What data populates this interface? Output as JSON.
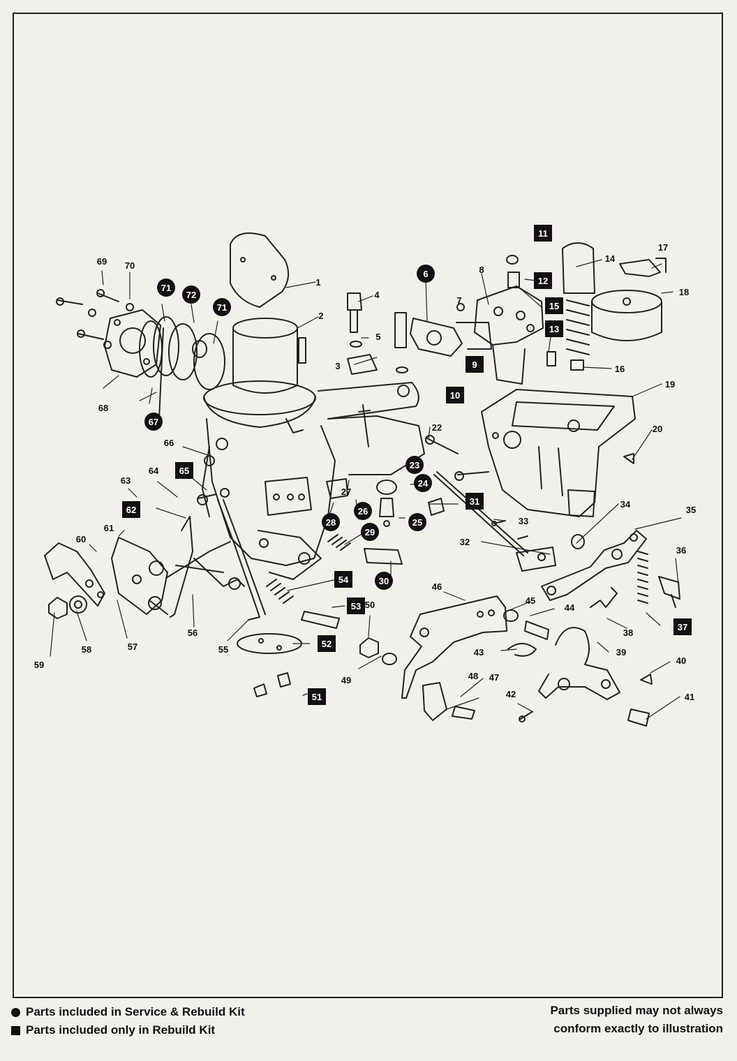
{
  "callouts": [
    {
      "num": "1",
      "style": "plain"
    },
    {
      "num": "2",
      "style": "plain"
    },
    {
      "num": "3",
      "style": "plain"
    },
    {
      "num": "4",
      "style": "plain"
    },
    {
      "num": "5",
      "style": "plain"
    },
    {
      "num": "6",
      "style": "circle"
    },
    {
      "num": "7",
      "style": "plain"
    },
    {
      "num": "8",
      "style": "plain"
    },
    {
      "num": "9",
      "style": "square"
    },
    {
      "num": "10",
      "style": "square"
    },
    {
      "num": "11",
      "style": "square"
    },
    {
      "num": "12",
      "style": "square"
    },
    {
      "num": "13",
      "style": "square"
    },
    {
      "num": "14",
      "style": "plain"
    },
    {
      "num": "15",
      "style": "square"
    },
    {
      "num": "16",
      "style": "plain"
    },
    {
      "num": "17",
      "style": "plain"
    },
    {
      "num": "18",
      "style": "plain"
    },
    {
      "num": "19",
      "style": "plain"
    },
    {
      "num": "20",
      "style": "plain"
    },
    {
      "num": "22",
      "style": "plain"
    },
    {
      "num": "23",
      "style": "circle"
    },
    {
      "num": "24",
      "style": "circle"
    },
    {
      "num": "25",
      "style": "circle"
    },
    {
      "num": "26",
      "style": "circle"
    },
    {
      "num": "27",
      "style": "plain"
    },
    {
      "num": "28",
      "style": "circle"
    },
    {
      "num": "29",
      "style": "circle"
    },
    {
      "num": "30",
      "style": "circle"
    },
    {
      "num": "31",
      "style": "square"
    },
    {
      "num": "32",
      "style": "plain"
    },
    {
      "num": "33",
      "style": "plain"
    },
    {
      "num": "34",
      "style": "plain"
    },
    {
      "num": "35",
      "style": "plain"
    },
    {
      "num": "36",
      "style": "plain"
    },
    {
      "num": "37",
      "style": "square"
    },
    {
      "num": "38",
      "style": "plain"
    },
    {
      "num": "39",
      "style": "plain"
    },
    {
      "num": "40",
      "style": "plain"
    },
    {
      "num": "41",
      "style": "plain"
    },
    {
      "num": "42",
      "style": "plain"
    },
    {
      "num": "43",
      "style": "plain"
    },
    {
      "num": "44",
      "style": "plain"
    },
    {
      "num": "45",
      "style": "plain"
    },
    {
      "num": "46",
      "style": "plain"
    },
    {
      "num": "47",
      "style": "plain"
    },
    {
      "num": "48",
      "style": "plain"
    },
    {
      "num": "49",
      "style": "plain"
    },
    {
      "num": "50",
      "style": "plain"
    },
    {
      "num": "51",
      "style": "square"
    },
    {
      "num": "52",
      "style": "square"
    },
    {
      "num": "53",
      "style": "square"
    },
    {
      "num": "54",
      "style": "square"
    },
    {
      "num": "55",
      "style": "plain"
    },
    {
      "num": "56",
      "style": "plain"
    },
    {
      "num": "57",
      "style": "plain"
    },
    {
      "num": "58",
      "style": "plain"
    },
    {
      "num": "59",
      "style": "plain"
    },
    {
      "num": "60",
      "style": "plain"
    },
    {
      "num": "61",
      "style": "plain"
    },
    {
      "num": "62",
      "style": "square"
    },
    {
      "num": "63",
      "style": "plain"
    },
    {
      "num": "64",
      "style": "plain"
    },
    {
      "num": "65",
      "style": "square"
    },
    {
      "num": "66",
      "style": "plain"
    },
    {
      "num": "67",
      "style": "circle"
    },
    {
      "num": "68",
      "style": "plain"
    },
    {
      "num": "69",
      "style": "plain"
    },
    {
      "num": "70",
      "style": "plain"
    },
    {
      "num": "71a",
      "label": "71",
      "style": "circle"
    },
    {
      "num": "71b",
      "label": "71",
      "style": "circle"
    },
    {
      "num": "72",
      "style": "circle"
    }
  ],
  "legend": {
    "service_kit": "Parts included in Service & Rebuild Kit",
    "rebuild_kit": "Parts included only in Rebuild Kit"
  },
  "note": {
    "line1": "Parts supplied may not always",
    "line2": "conform exactly to illustration"
  }
}
